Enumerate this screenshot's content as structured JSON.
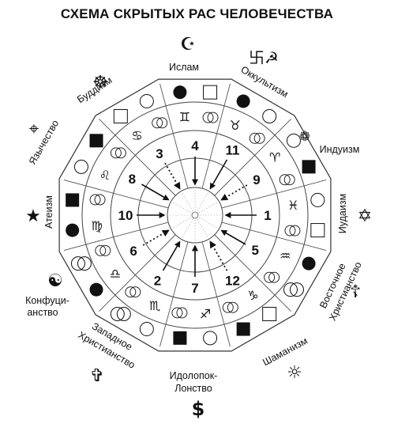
{
  "title": "СХЕМА СКРЫТЫХ РАС ЧЕЛОВЕЧЕСТВА",
  "religions": [
    {
      "label": "Ислам",
      "icon": "crescent-star-icon",
      "glyph": "☪"
    },
    {
      "label": "Оккультизм",
      "icon": "swastika-hammer-sickle-icon",
      "glyph": "卐☭"
    },
    {
      "label": "Индуизм",
      "icon": "lotus-icon",
      "glyph": "❁"
    },
    {
      "label": "Иудаизм",
      "icon": "star-of-david-icon",
      "glyph": "✡"
    },
    {
      "label": "Восточное Христианство",
      "icon": "orthodox-cross-icon",
      "glyph": "☦"
    },
    {
      "label": "Шаманизм",
      "icon": "sun-icon",
      "glyph": "☼"
    },
    {
      "label": "Идолопоклонство",
      "icon": "dollar-icon",
      "glyph": "$"
    },
    {
      "label": "Западное Христианство",
      "icon": "cross-icon",
      "glyph": "✞"
    },
    {
      "label": "Конфуцианство",
      "icon": "yin-yang-icon",
      "glyph": "☯"
    },
    {
      "label": "Атеизм",
      "icon": "star-icon",
      "glyph": "★"
    },
    {
      "label": "Язычество",
      "icon": "pagan-cross-icon",
      "glyph": "⌖"
    },
    {
      "label": "Буддизм",
      "icon": "dharma-wheel-icon",
      "glyph": "☸"
    }
  ],
  "label_lines": {
    "islam": [
      "Ислам"
    ],
    "occult": [
      "Оккультизм"
    ],
    "hindu": [
      "Индуизм"
    ],
    "judaism": [
      "Иудаизм"
    ],
    "east": [
      "Восточное",
      "Христианство"
    ],
    "shaman": [
      "Шаманизм"
    ],
    "idol": [
      "Идолопок-",
      "Лонство"
    ],
    "west": [
      "Западное",
      "Христианство"
    ],
    "confu": [
      "Конфуци-",
      "анство"
    ],
    "atheism": [
      "Атеизм"
    ],
    "pagan": [
      "Язычество"
    ],
    "buddhism": [
      "Буддизм"
    ]
  },
  "zodiac": [
    "♊",
    "♉",
    "♈",
    "♓",
    "♒",
    "♑",
    "♐",
    "♏",
    "♎",
    "♍",
    "♌",
    "♋"
  ],
  "numbers": [
    "4",
    "11",
    "9",
    "1",
    "5",
    "12",
    "7",
    "2",
    "6",
    "10",
    "8",
    "3"
  ]
}
